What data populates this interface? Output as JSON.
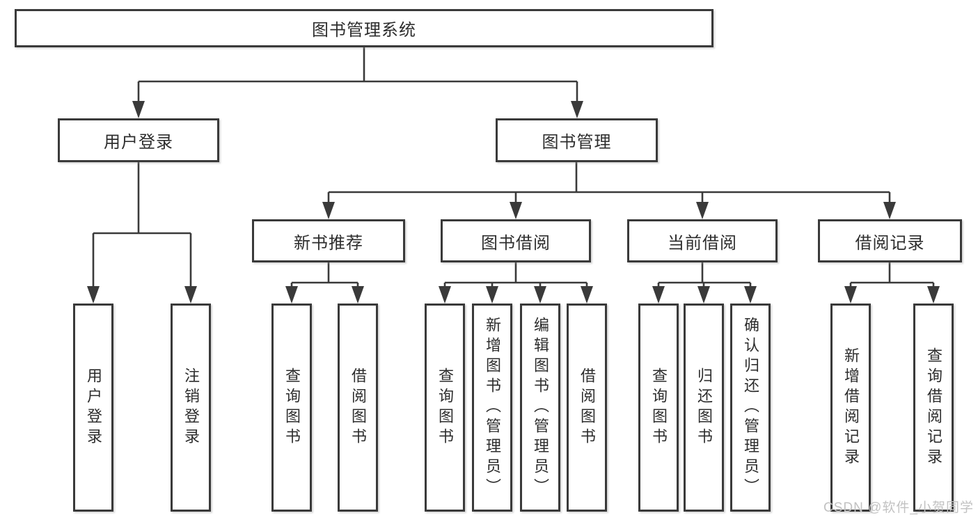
{
  "diagram": {
    "root": {
      "label": "图书管理系统"
    },
    "branches": [
      {
        "label": "用户登录",
        "children": [
          {
            "label": "用户登录"
          },
          {
            "label": "注销登录"
          }
        ]
      },
      {
        "label": "图书管理",
        "groups": [
          {
            "label": "新书推荐",
            "children": [
              {
                "label": "查询图书"
              },
              {
                "label": "借阅图书"
              }
            ]
          },
          {
            "label": "图书借阅",
            "children": [
              {
                "label": "查询图书"
              },
              {
                "label": "新增图书（管理员）"
              },
              {
                "label": "编辑图书（管理员）"
              },
              {
                "label": "借阅图书"
              }
            ]
          },
          {
            "label": "当前借阅",
            "children": [
              {
                "label": "查询图书"
              },
              {
                "label": "归还图书"
              },
              {
                "label": "确认归还（管理员）"
              }
            ]
          },
          {
            "label": "借阅记录",
            "children": [
              {
                "label": "新增借阅记录"
              },
              {
                "label": "查询借阅记录"
              }
            ]
          }
        ]
      }
    ]
  },
  "colors": {
    "line": "#3a3a3a",
    "box_fill": "#ffffff",
    "text": "#2d2d2d",
    "watermark": "#c2c2c2"
  },
  "watermark": {
    "text": "CSDN @软件_小贺同学"
  }
}
